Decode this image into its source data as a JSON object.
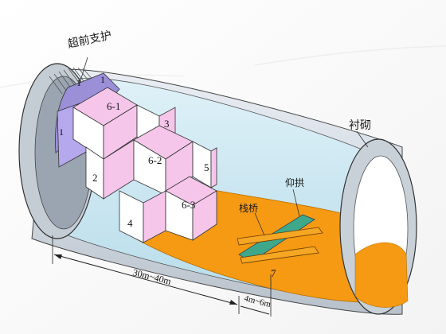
{
  "labels": {
    "advance_support": "超前支护",
    "lining": "衬砌",
    "invert": "仰拱",
    "trestle": "栈桥",
    "dim_long": "30m~40m",
    "dim_short": "4m~6m"
  },
  "blocks": [
    {
      "id": "6-1",
      "label": "6-1"
    },
    {
      "id": "6-2",
      "label": "6-2"
    },
    {
      "id": "6-3",
      "label": "6-3"
    }
  ],
  "steps": [
    "1",
    "1",
    "1",
    "2",
    "3",
    "4",
    "5",
    "7"
  ],
  "colors": {
    "background": "#ffffff",
    "tunnel_shell": "#d9e0e8",
    "tunnel_inner": "#c9e6f1",
    "floor": "#f59a12",
    "pink_face": "#f5c6ea",
    "white_face": "#ffffff",
    "grey_face": "#c5c9cf",
    "invert_green": "#3fa88a",
    "trestle_orange": "#f5a623"
  }
}
